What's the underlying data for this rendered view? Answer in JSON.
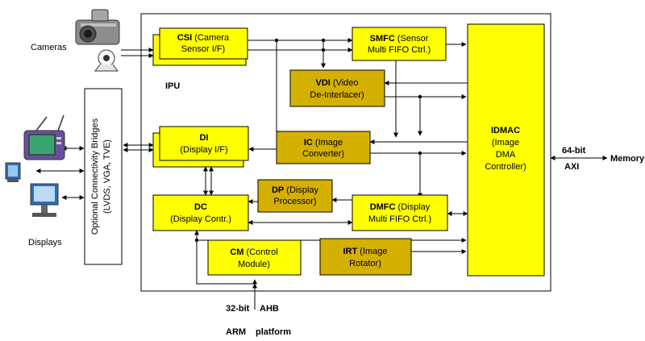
{
  "colors": {
    "yellow": "#ffff00",
    "gold": "#d4b000",
    "gray": "#d9d9d9",
    "line": "#000000"
  },
  "icons": {
    "camera": "camera-icon",
    "webcam": "webcam-icon",
    "tv": "tv-icon",
    "small_display": "small-display-icon",
    "monitor": "monitor-icon"
  },
  "external": {
    "cameras": "Cameras",
    "displays": "Displays",
    "memory": "Memory",
    "axi_bits": "64-bit",
    "axi": "AXI",
    "ahb_bits": "32-bit",
    "ahb": "AHB",
    "arm": "ARM",
    "platform": "platform"
  },
  "bridge": {
    "line1": "Optional Connectivity Bridges",
    "line2": "(LVDS, VGA, TVE)"
  },
  "ipu_title": "IPU",
  "blocks": {
    "csi": {
      "name": "CSI",
      "rest1": " (Camera",
      "line2": "Sensor I/F)"
    },
    "smfc": {
      "name": "SMFC",
      "rest1": " (Sensor",
      "line2": "Multi FIFO Ctrl.)"
    },
    "vdi": {
      "name": "VDI",
      "rest1": " (Video",
      "line2": "De-Interlacer)"
    },
    "di": {
      "name": "DI",
      "rest1": "",
      "line2": "(Display I/F)"
    },
    "ic": {
      "name": "IC",
      "rest1": " (Image",
      "line2": "Converter)"
    },
    "dp": {
      "name": "DP",
      "rest1": " (Display",
      "line2": "Processor)"
    },
    "dc": {
      "name": "DC",
      "rest1": "",
      "line2": "(Display Contr.)"
    },
    "dmfc": {
      "name": "DMFC",
      "rest1": " (Display",
      "line2": "Multi FIFO Ctrl.)"
    },
    "cm": {
      "name": "CM",
      "rest1": " (Control",
      "line2": "Module)"
    },
    "irt": {
      "name": "IRT",
      "rest1": " (Image",
      "line2": "Rotator)"
    },
    "idmac": {
      "name": "IDMAC",
      "line2": "(Image",
      "line3": "DMA",
      "line4": "Controller)"
    }
  }
}
